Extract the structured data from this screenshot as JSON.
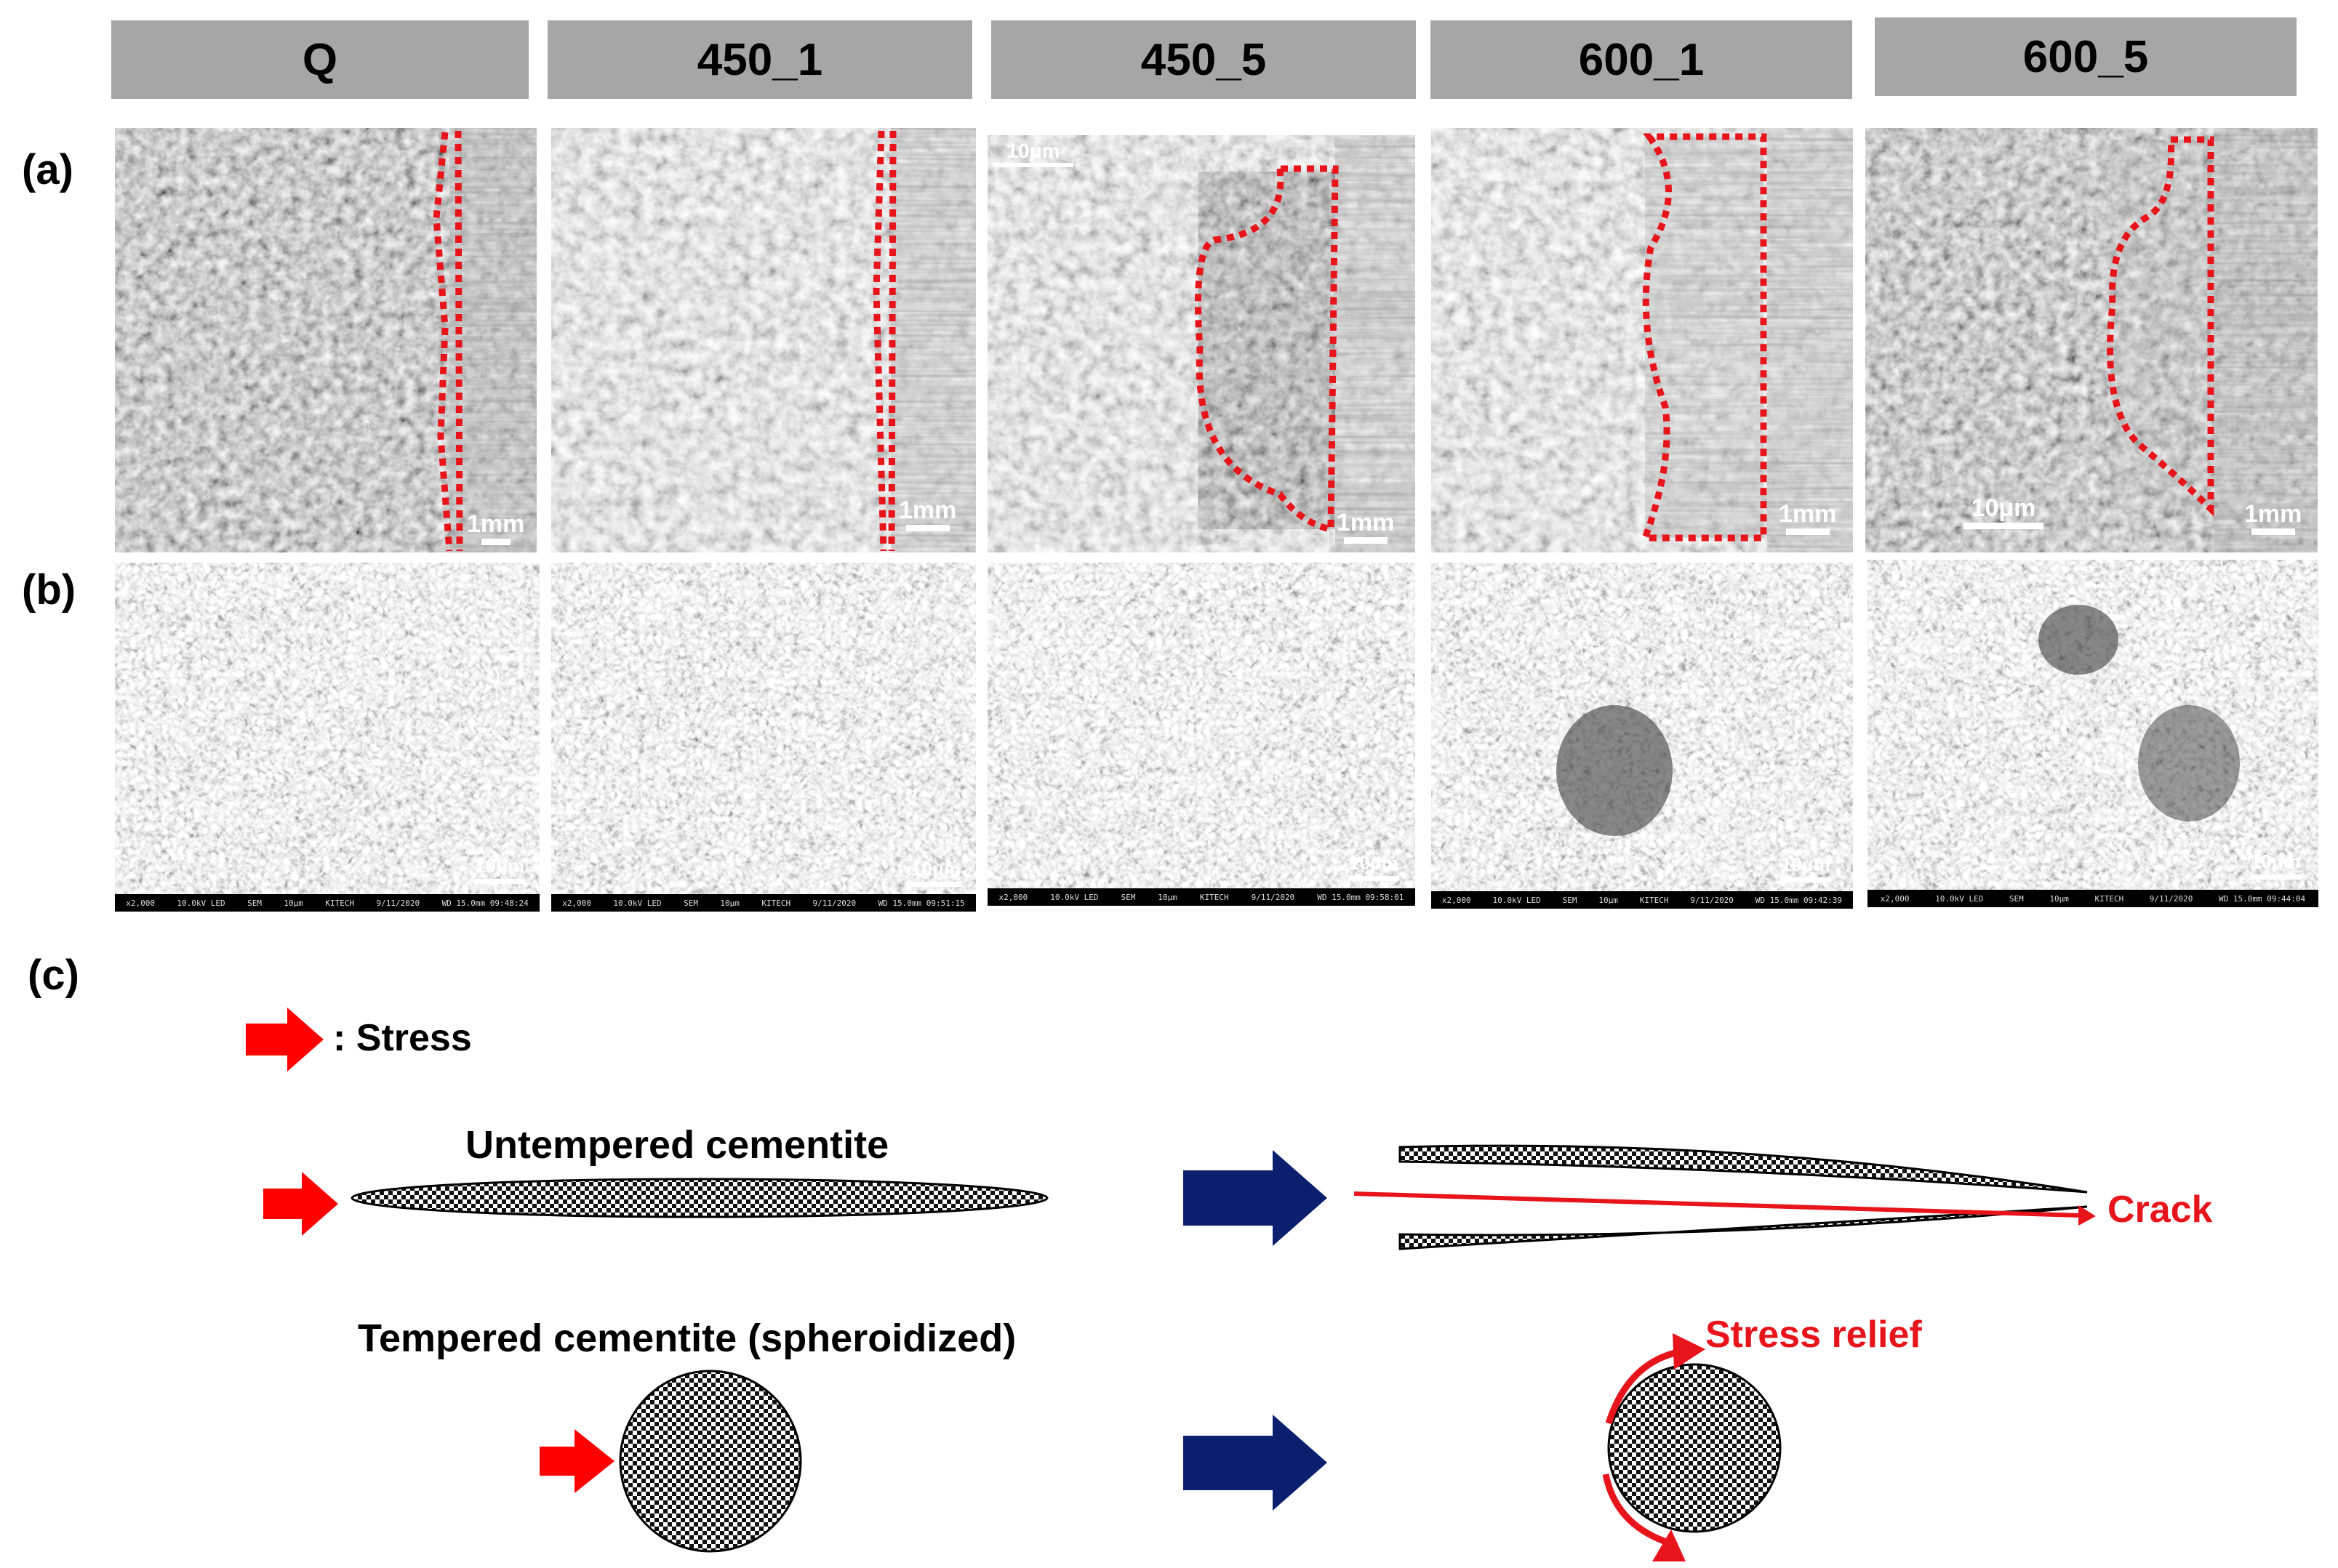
{
  "columns": [
    "Q",
    "450_1",
    "450_5",
    "600_1",
    "600_5"
  ],
  "row_labels": {
    "a": "(a)",
    "b": "(b)",
    "c": "(c)"
  },
  "scale_bars": {
    "mm": "1mm",
    "um": "10μm"
  },
  "sem_info": [
    {
      "mag": "x2,000",
      "kv": "10.0kV LED",
      "mode": "SEM",
      "sb": "10μm",
      "org": "KITECH",
      "date": "9/11/2020",
      "wd": "WD 15.0mm 09:48:24"
    },
    {
      "mag": "x2,000",
      "kv": "10.0kV LED",
      "mode": "SEM",
      "sb": "10μm",
      "org": "KITECH",
      "date": "9/11/2020",
      "wd": "WD 15.0mm 09:51:15"
    },
    {
      "mag": "x2,000",
      "kv": "10.0kV LED",
      "mode": "SEM",
      "sb": "10μm",
      "org": "KITECH",
      "date": "9/11/2020",
      "wd": "WD 15.0mm 09:58:01"
    },
    {
      "mag": "x2,000",
      "kv": "10.0kV LED",
      "mode": "SEM",
      "sb": "10μm",
      "org": "KITECH",
      "date": "9/11/2020",
      "wd": "WD 15.0mm 09:42:39"
    },
    {
      "mag": "x2,000",
      "kv": "10.0kV LED",
      "mode": "SEM",
      "sb": "10μm",
      "org": "KITECH",
      "date": "9/11/2020",
      "wd": "WD 15.0mm 09:44:04"
    }
  ],
  "schematic": {
    "legend": ": Stress",
    "untempered": "Untempered cementite",
    "tempered": "Tempered cementite (spheroidized)",
    "crack": "Crack",
    "stress_relief": "Stress relief"
  },
  "colors": {
    "header_bg": "#a6a6a6",
    "stress_arrow": "#ff0000",
    "process_arrow": "#0a1f6e",
    "annotation": "#ff0000",
    "dotted_outline": "#e8141b"
  }
}
